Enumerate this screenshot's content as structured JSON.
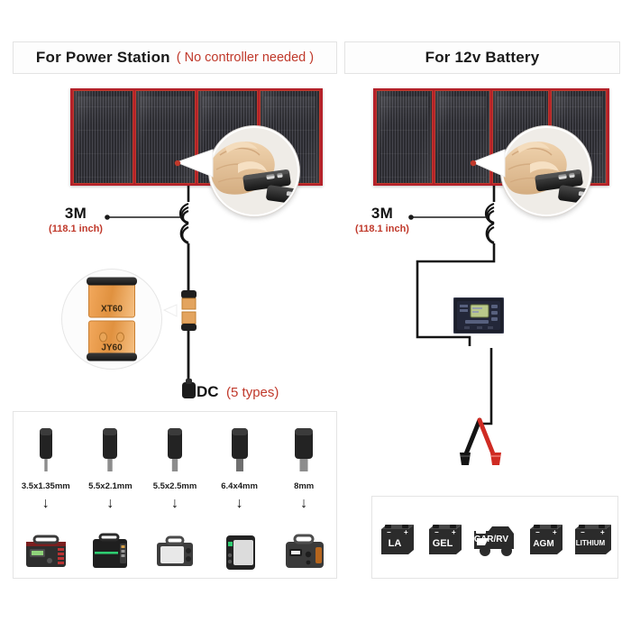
{
  "headers": {
    "left": {
      "title": "For Power Station",
      "note": "( No controller needed )"
    },
    "right": {
      "title": "For 12v Battery",
      "note": ""
    }
  },
  "cable_length": {
    "value": "3M",
    "inches": "(118.1 inch)"
  },
  "connector_callout": {
    "top_label": "XT60",
    "bottom_label": "JY60"
  },
  "dc_section": {
    "title": "DC",
    "note": "(5 types)",
    "arrow": "↓",
    "connectors": [
      {
        "size": "3.5x1.35mm",
        "device": "power-station-1"
      },
      {
        "size": "5.5x2.1mm",
        "device": "power-station-2"
      },
      {
        "size": "5.5x2.5mm",
        "device": "power-station-3"
      },
      {
        "size": "6.4x4mm",
        "device": "power-station-4"
      },
      {
        "size": "8mm",
        "device": "power-station-5"
      }
    ]
  },
  "battery_section": {
    "types": [
      {
        "label": "LA",
        "icon": "battery-icon"
      },
      {
        "label": "GEL",
        "icon": "battery-icon"
      },
      {
        "label": "CAR/RV",
        "icon": "vehicle-icon"
      },
      {
        "label": "AGM",
        "icon": "battery-icon"
      },
      {
        "label": "LITHIUM",
        "icon": "battery-icon"
      }
    ],
    "terminal_plus": "+",
    "terminal_minus": "−"
  },
  "solar_panel": {
    "leaf_count": 4,
    "frame_color": "#c0392b",
    "cell_color": "#2b2b30"
  },
  "controller": {
    "name": "solar-charge-controller"
  },
  "clamps": {
    "positive_color": "#cf2b23",
    "negative_color": "#1b1b1b"
  },
  "colors": {
    "accent_red": "#c0392b",
    "text_dark": "#121212",
    "border_gray": "#e4e4e4",
    "connector_orange": "#e0913f"
  }
}
